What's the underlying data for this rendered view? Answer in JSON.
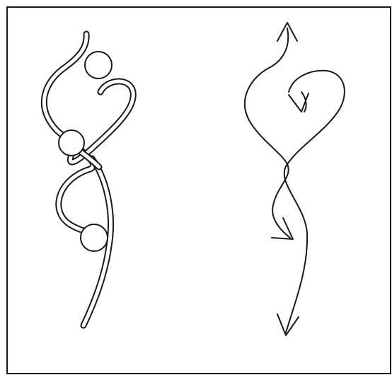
{
  "colors": {
    "background": "#ffffff",
    "frame": "#1a1a1a",
    "ink": "#1a1a1a",
    "gap": "#ffffff"
  },
  "figures": [
    {
      "name": "ribbon-knot-figure",
      "kind": "double-line ribbon with three circles"
    },
    {
      "name": "arrow-knot-figure",
      "kind": "single-line path with four arrowheads"
    }
  ]
}
